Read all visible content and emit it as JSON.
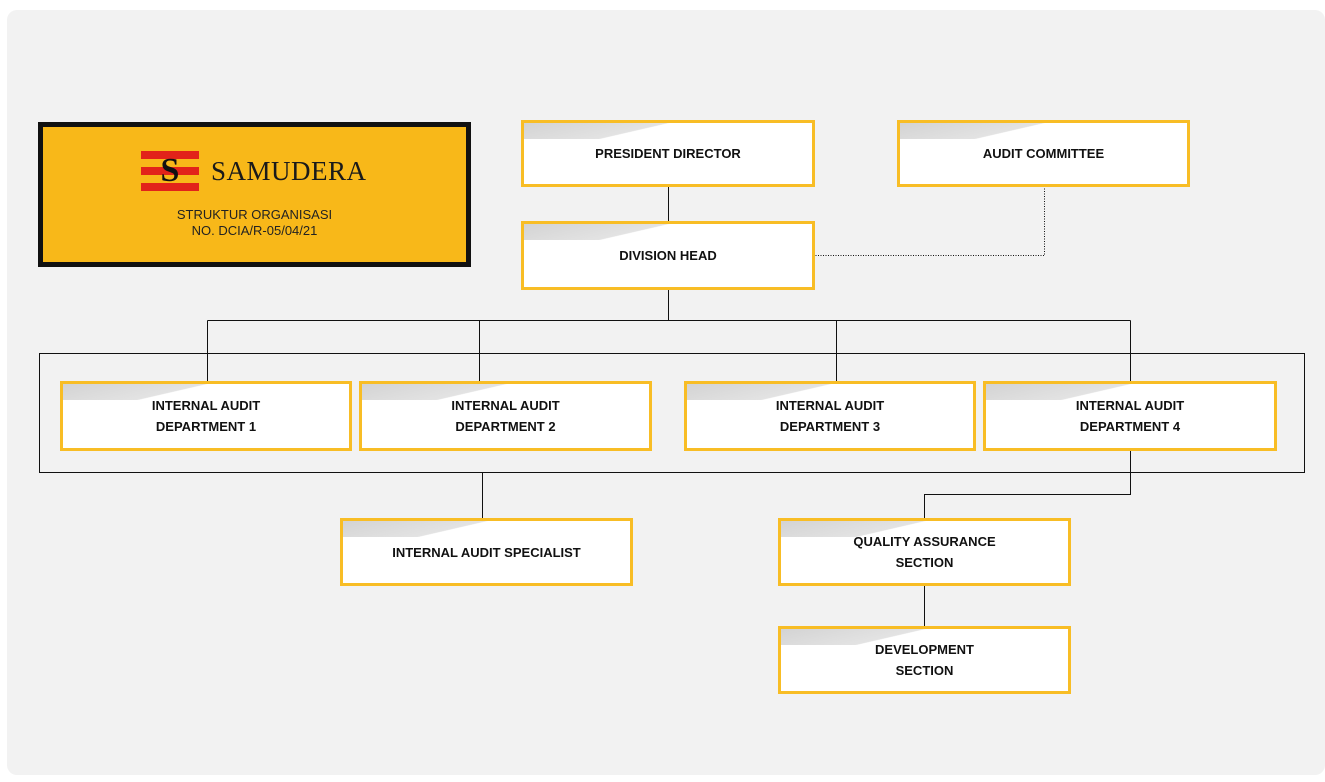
{
  "logo": {
    "initial": "S",
    "name": "SAMUDERA",
    "line1": "STRUKTUR ORGANISASI",
    "line2": "NO. DCIA/R-05/04/21",
    "colors": {
      "card": "#f8b819",
      "stripe": "#e2231a"
    }
  },
  "nodes": {
    "president_director": "PRESIDENT DIRECTOR",
    "audit_committee": "AUDIT COMMITTEE",
    "division_head": "DIVISION HEAD",
    "dept1": [
      "INTERNAL AUDIT",
      "DEPARTMENT 1"
    ],
    "dept2": [
      "INTERNAL AUDIT",
      "DEPARTMENT 2"
    ],
    "dept3": [
      "INTERNAL AUDIT",
      "DEPARTMENT 3"
    ],
    "dept4": [
      "INTERNAL AUDIT",
      "DEPARTMENT 4"
    ],
    "specialist": "INTERNAL AUDIT SPECIALIST",
    "qa": [
      "QUALITY ASSURANCE",
      "SECTION"
    ],
    "development": [
      "DEVELOPMENT",
      "SECTION"
    ]
  },
  "relations": [
    {
      "from": "president_director",
      "to": "division_head",
      "style": "solid"
    },
    {
      "from": "audit_committee",
      "to": "division_head",
      "style": "dotted"
    },
    {
      "from": "division_head",
      "to": "dept1",
      "style": "solid"
    },
    {
      "from": "division_head",
      "to": "dept2",
      "style": "solid"
    },
    {
      "from": "division_head",
      "to": "dept3",
      "style": "solid"
    },
    {
      "from": "division_head",
      "to": "dept4",
      "style": "solid"
    },
    {
      "from": "dept2",
      "to": "specialist",
      "style": "solid"
    },
    {
      "from": "dept4",
      "to": "qa",
      "style": "solid"
    },
    {
      "from": "qa",
      "to": "development",
      "style": "solid"
    }
  ],
  "colors": {
    "box_border": "#f8bd25",
    "background": "#f2f2f2",
    "line": "#111111"
  }
}
